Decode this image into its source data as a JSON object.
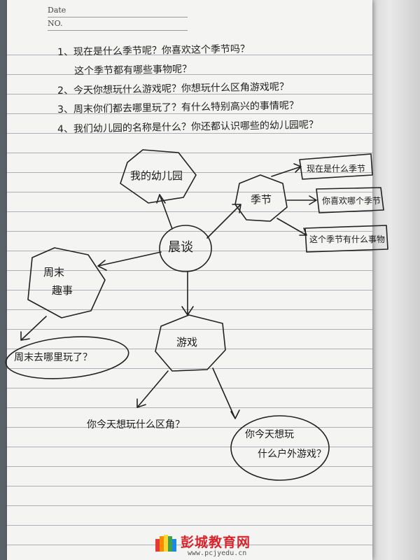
{
  "header": {
    "date_label": "Date",
    "no_label": "NO."
  },
  "questions": [
    "1、现在是什么季节呢？你喜欢这个季节吗？",
    "这个季节都有哪些事物呢？",
    "2、今天你想玩什么游戏呢？你想玩什么区角游戏呢？",
    "3、周末你们都去哪里玩了？有什么特别高兴的事情呢？",
    "4、我们幼儿园的名称是什么？你还都认识哪些的幼儿园呢？"
  ],
  "mindmap": {
    "center": "晨谈",
    "kindergarten": "我的幼儿园",
    "season": "季节",
    "weekend": [
      "周末",
      "趣事"
    ],
    "game": "游戏",
    "season_children": [
      "现在是什么季节",
      "你喜欢哪个季节",
      "这个季节有什么事物"
    ],
    "weekend_child": "周末去哪里玩了？",
    "game_children": [
      "你今天想玩什么区角？",
      "你今天想玩",
      "什么户外游戏？"
    ]
  },
  "watermark": {
    "name": "彭城教育网",
    "url": "www.pcjyedu.cn",
    "logo_colors": [
      "#e53935",
      "#fb8c00",
      "#fdd835",
      "#43a047",
      "#1e88e5"
    ]
  }
}
